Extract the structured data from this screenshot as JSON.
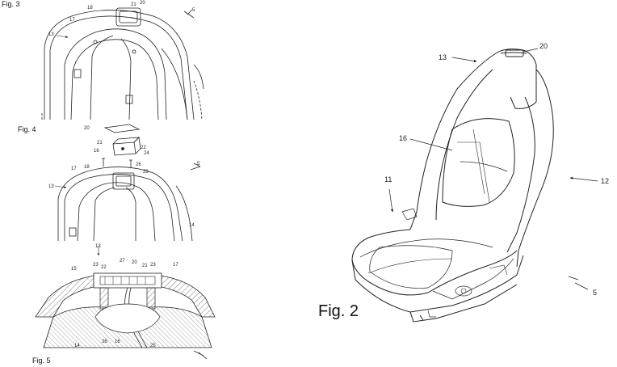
{
  "figures": {
    "fig3": {
      "label": "Fig. 3",
      "refs": {
        "r13": "13",
        "r17": "17",
        "r18": "18",
        "r21": "21",
        "r20": "20",
        "r5": "5"
      }
    },
    "fig4": {
      "label": "Fig. 4",
      "refs": {
        "r20": "20",
        "r21": "21",
        "r22": "22",
        "r16": "16",
        "r24": "24",
        "r26": "26",
        "r23": "23",
        "r18": "18",
        "r17": "17",
        "r13": "13",
        "r14": "14",
        "r5": "5"
      }
    },
    "fig5": {
      "label": "Fig. 5",
      "refs": {
        "r13": "13",
        "r15": "15",
        "r23a": "23",
        "r22": "22",
        "r27": "27",
        "r20": "20",
        "r21": "21",
        "r23b": "23",
        "r17": "17",
        "r14": "14",
        "r26": "26",
        "r16": "16",
        "r25": "25"
      }
    },
    "fig2": {
      "label": "Fig. 2",
      "refs": {
        "r13": "13",
        "r20": "20",
        "r16": "16",
        "r11": "11",
        "r12": "12",
        "r5": "5"
      }
    }
  },
  "colors": {
    "line": "#222222",
    "hatch": "#555555",
    "paper": "#ffffff"
  },
  "icons": [
    "arrow-icon"
  ]
}
